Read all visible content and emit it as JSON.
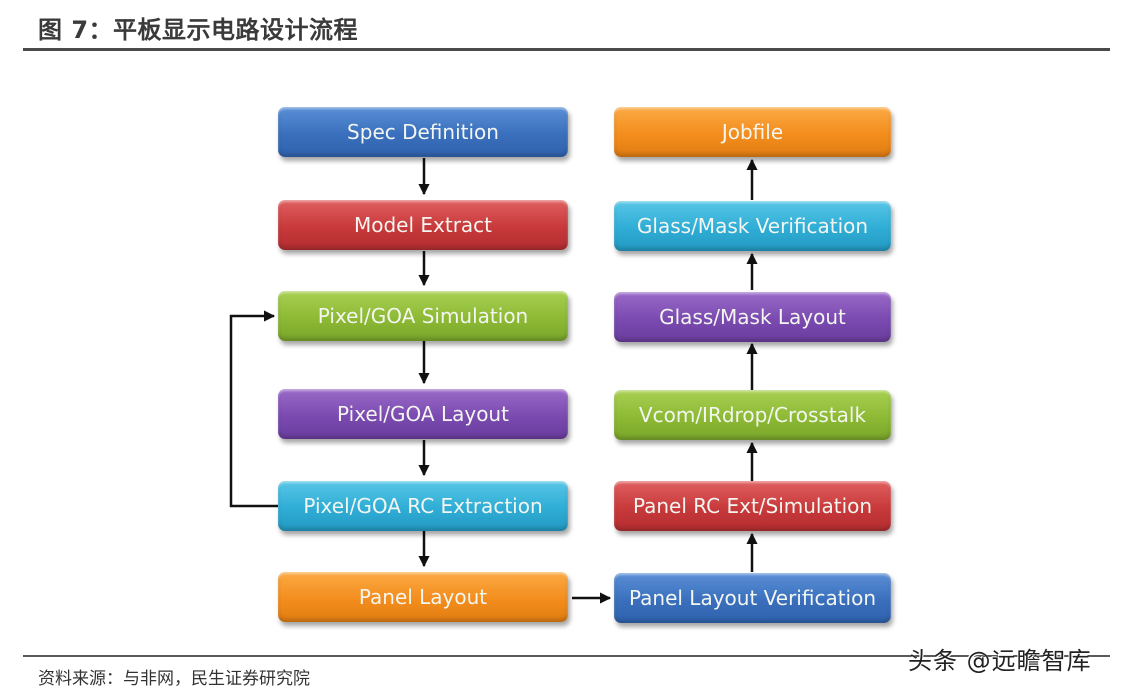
{
  "header": {
    "title": "图 7：平板显示电路设计流程"
  },
  "diagram": {
    "left_column": [
      {
        "id": "spec",
        "label": "Spec Definition",
        "color": "#3a6fbd"
      },
      {
        "id": "model",
        "label": "Model Extract",
        "color": "#c8393b"
      },
      {
        "id": "pixsim",
        "label": "Pixel/GOA Simulation",
        "color": "#8dba35"
      },
      {
        "id": "pixlayout",
        "label": "Pixel/GOA Layout",
        "color": "#7a4ab0"
      },
      {
        "id": "pixrc",
        "label": "Pixel/GOA RC Extraction",
        "color": "#2fadd6"
      },
      {
        "id": "panellayout",
        "label": "Panel Layout",
        "color": "#f38d1d"
      }
    ],
    "right_column": [
      {
        "id": "jobfile",
        "label": "Jobfile",
        "color": "#f38d1d"
      },
      {
        "id": "glassver",
        "label": "Glass/Mask Verification",
        "color": "#2fadd6"
      },
      {
        "id": "glasslayout",
        "label": "Glass/Mask Layout",
        "color": "#7a4ab0"
      },
      {
        "id": "vcom",
        "label": "Vcom/IRdrop/Crosstalk",
        "color": "#8dba35"
      },
      {
        "id": "panelrc",
        "label": "Panel RC Ext/Simulation",
        "color": "#c8393b"
      },
      {
        "id": "panelver",
        "label": "Panel Layout Verification",
        "color": "#3a6fbd"
      }
    ],
    "edges": [
      [
        "spec",
        "model"
      ],
      [
        "model",
        "pixsim"
      ],
      [
        "pixsim",
        "pixlayout"
      ],
      [
        "pixlayout",
        "pixrc"
      ],
      [
        "pixrc",
        "pixsim"
      ],
      [
        "pixrc",
        "panellayout"
      ],
      [
        "panellayout",
        "panelver"
      ],
      [
        "panelver",
        "panelrc"
      ],
      [
        "panelrc",
        "vcom"
      ],
      [
        "vcom",
        "glasslayout"
      ],
      [
        "glasslayout",
        "glassver"
      ],
      [
        "glassver",
        "jobfile"
      ]
    ]
  },
  "footer": {
    "source": "资料来源：与非网，民生证券研究院",
    "watermark": "头条 @远瞻智库"
  }
}
